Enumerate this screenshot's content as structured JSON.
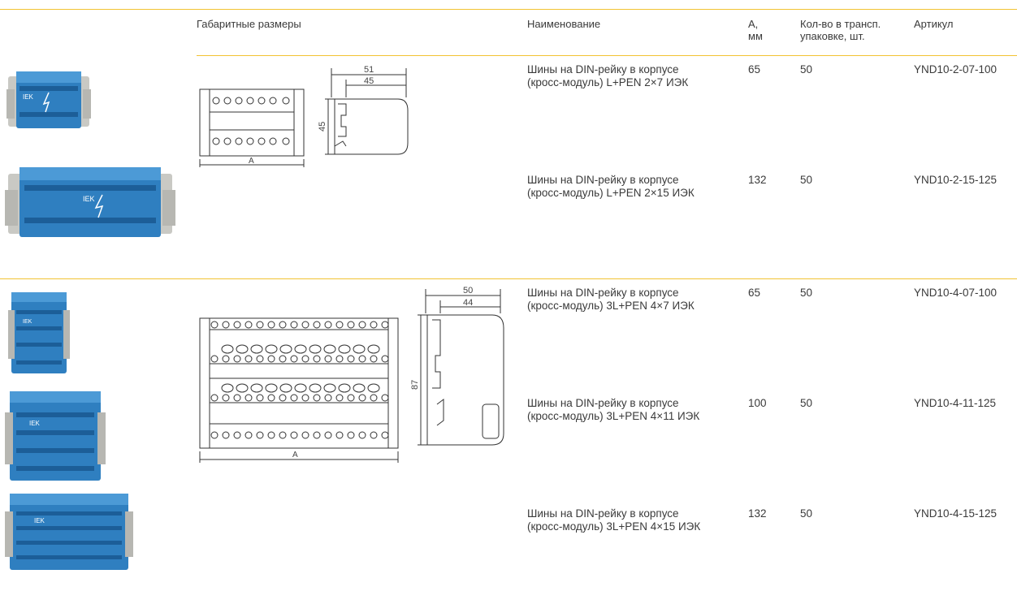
{
  "colors": {
    "accent": "#f2c332",
    "text": "#3a3a3a",
    "product_blue": "#2f7fc0",
    "housing_grey": "#c9c9c4"
  },
  "header": {
    "dimensions": "Габаритные размеры",
    "name": "Наименование",
    "a_line1": "A,",
    "a_line2": "мм",
    "qty_line1": "Кол-во в трансп.",
    "qty_line2": "упаковке, шт.",
    "article": "Артикул"
  },
  "group1": {
    "drawing": {
      "top_outer": "51",
      "top_inner": "45",
      "height": "45",
      "width_label": "A"
    },
    "rows": [
      {
        "name_line1": "Шины на DIN-рейку в корпусе",
        "name_line2": "(кросс-модуль) L+PEN 2×7 ИЭК",
        "a": "65",
        "qty": "50",
        "article": "YND10-2-07-100"
      },
      {
        "name_line1": "Шины на DIN-рейку в корпусе",
        "name_line2": "(кросс-модуль) L+PEN 2×15 ИЭК",
        "a": "132",
        "qty": "50",
        "article": "YND10-2-15-125"
      }
    ]
  },
  "group2": {
    "drawing": {
      "top_outer": "50",
      "top_inner": "44",
      "height": "87",
      "width_label": "A"
    },
    "rows": [
      {
        "name_line1": "Шины на DIN-рейку в корпусе",
        "name_line2": "(кросс-модуль) 3L+PEN 4×7 ИЭК",
        "a": "65",
        "qty": "50",
        "article": "YND10-4-07-100"
      },
      {
        "name_line1": "Шины на DIN-рейку в корпусе",
        "name_line2": "(кросс-модуль) 3L+PEN 4×11 ИЭК",
        "a": "100",
        "qty": "50",
        "article": "YND10-4-11-125"
      },
      {
        "name_line1": "Шины на DIN-рейку в корпусе",
        "name_line2": "(кросс-модуль) 3L+PEN 4×15 ИЭК",
        "a": "132",
        "qty": "50",
        "article": "YND10-4-15-125"
      }
    ]
  },
  "photos": {
    "brand_mark": "IEK"
  }
}
